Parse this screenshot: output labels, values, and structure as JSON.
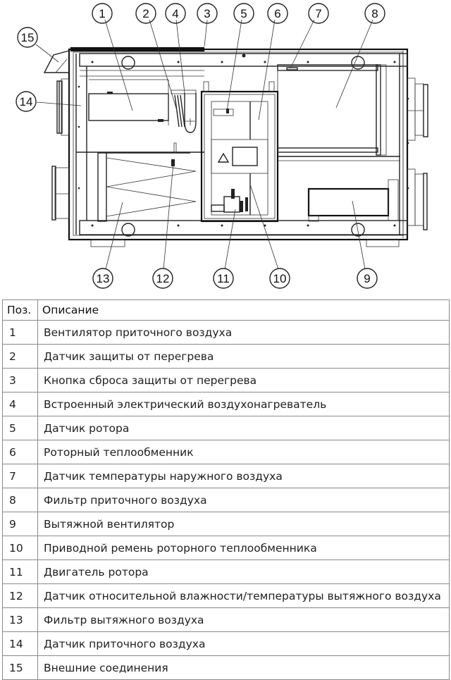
{
  "diagram": {
    "callouts": [
      "1",
      "2",
      "3",
      "4",
      "5",
      "6",
      "7",
      "8",
      "9",
      "10",
      "11",
      "12",
      "13",
      "14",
      "15"
    ]
  },
  "table": {
    "headers": {
      "position": "Поз.",
      "description": "Описание"
    },
    "rows": [
      {
        "pos": "1",
        "desc": "Вентилятор приточного воздуха"
      },
      {
        "pos": "2",
        "desc": "Датчик защиты от перегрева"
      },
      {
        "pos": "3",
        "desc": "Кнопка сброса защиты от перегрева"
      },
      {
        "pos": "4",
        "desc": "Встроенный электрический воздухонагреватель"
      },
      {
        "pos": "5",
        "desc": "Датчик ротора"
      },
      {
        "pos": "6",
        "desc": "Роторный теплообменник"
      },
      {
        "pos": "7",
        "desc": "Датчик температуры наружного воздуха"
      },
      {
        "pos": "8",
        "desc": "Фильтр приточного воздуха"
      },
      {
        "pos": "9",
        "desc": "Вытяжной вентилятор"
      },
      {
        "pos": "10",
        "desc": "Приводной ремень роторного теплообменника"
      },
      {
        "pos": "11",
        "desc": "Двигатель ротора"
      },
      {
        "pos": "12",
        "desc": "Датчик относительной влажности/температуры вытяжного воздуха"
      },
      {
        "pos": "13",
        "desc": "Фильтр вытяжного воздуха"
      },
      {
        "pos": "14",
        "desc": "Датчик приточного воздуха"
      },
      {
        "pos": "15",
        "desc": "Внешние соединения"
      }
    ]
  }
}
